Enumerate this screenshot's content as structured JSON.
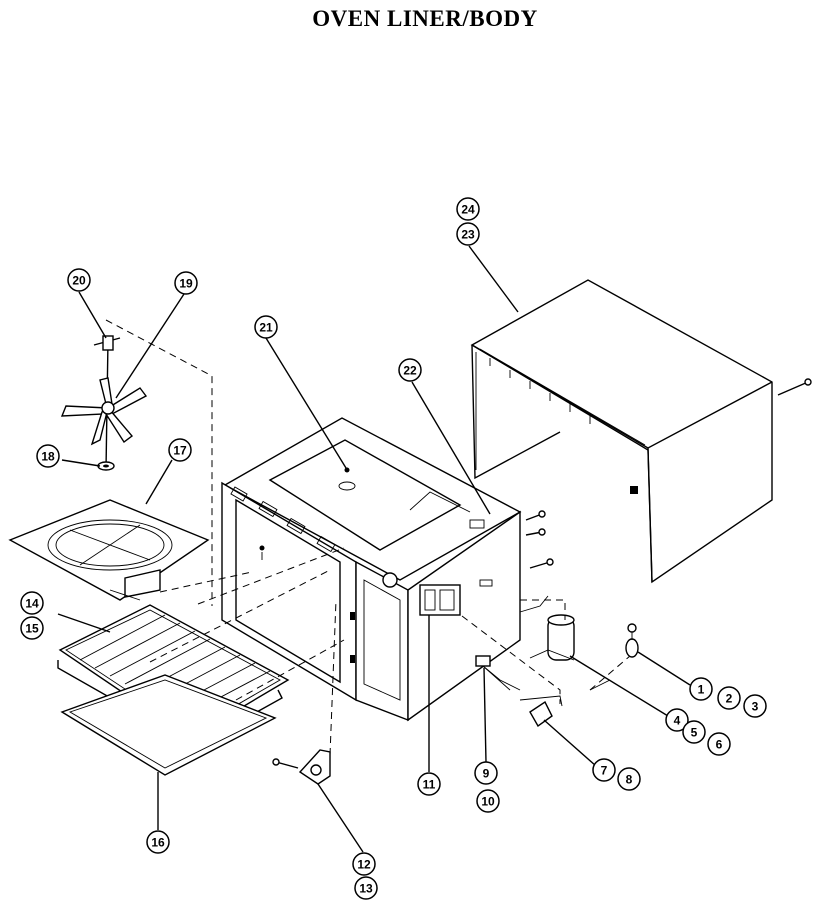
{
  "title": "OVEN LINER/BODY",
  "callouts": [
    "1",
    "2",
    "3",
    "4",
    "5",
    "6",
    "7",
    "8",
    "9",
    "10",
    "11",
    "12",
    "13",
    "14",
    "15",
    "16",
    "17",
    "18",
    "19",
    "20",
    "21",
    "22",
    "23",
    "24"
  ]
}
